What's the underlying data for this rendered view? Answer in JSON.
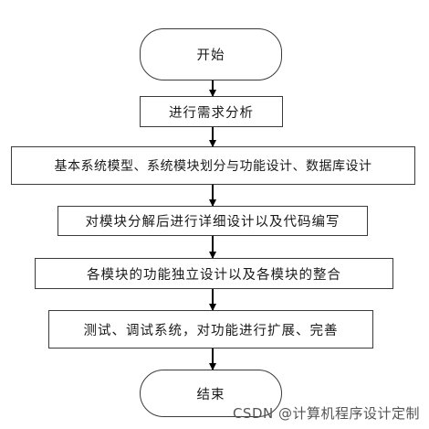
{
  "flowchart": {
    "start": "开始",
    "steps": [
      "进行需求分析",
      "基本系统模型、系统模块划分与功能设计、数据库设计",
      "对模块分解后进行详细设计以及代码编写",
      "各模块的功能独立设计以及各模块的整合",
      "测试、调试系统，对功能进行扩展、完善"
    ],
    "end": "结束"
  },
  "watermark": "CSDN @计算机程序设计定制",
  "colors": {
    "stroke": "#3a3a3a",
    "arrow": "#000000",
    "text": "#1a1a1a"
  }
}
